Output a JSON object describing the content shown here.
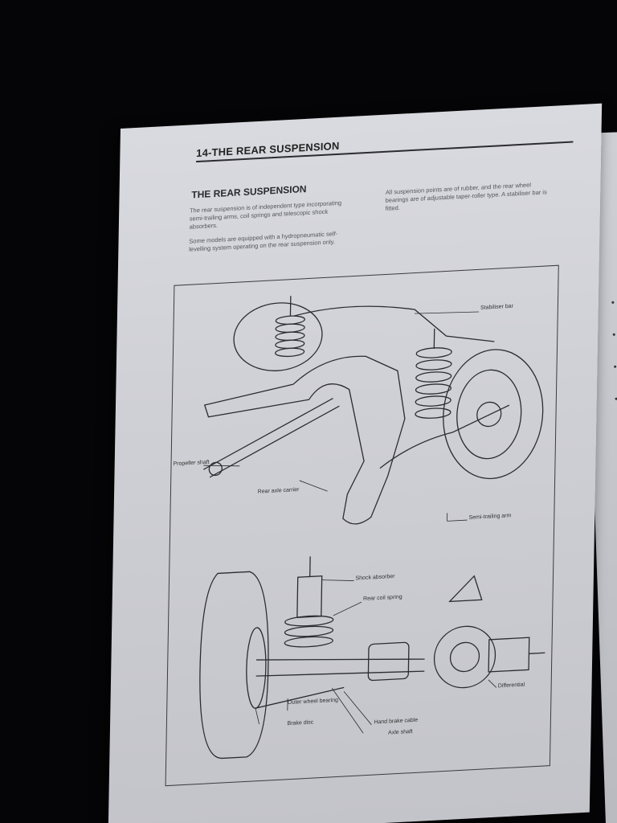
{
  "book": {
    "header": "14-THE REAR SUSPENSION",
    "section_title": "THE REAR SUSPENSION",
    "left_paragraphs": [
      "The rear suspension is of independent type incorporating semi-trailing arms, coil springs and telescopic shock absorbers.",
      "Some models are equipped with a hydropneumatic self-levelling system operating on the rear suspension only."
    ],
    "right_paragraph": "All suspension points are of rubber, and the rear wheel bearings are of adjustable taper-roller type. A stabiliser bar is fitted.",
    "top_diagram_labels": {
      "stabiliser_bar": "Stabiliser bar",
      "propeller_shaft": "Propeller shaft",
      "rear_axle_carrier": "Rear axle carrier",
      "semi_trailing_arm": "Semi-trailing arm"
    },
    "bottom_diagram_labels": {
      "shock_absorber": "Shock absorber",
      "rear_coil_spring": "Rear coil spring",
      "differential": "Differential",
      "outer_wheel_bearing": "Outer wheel bearing",
      "brake_disc": "Brake disc",
      "hand_brake_cable": "Hand brake cable",
      "axle_shaft": "Axle shaft"
    }
  }
}
